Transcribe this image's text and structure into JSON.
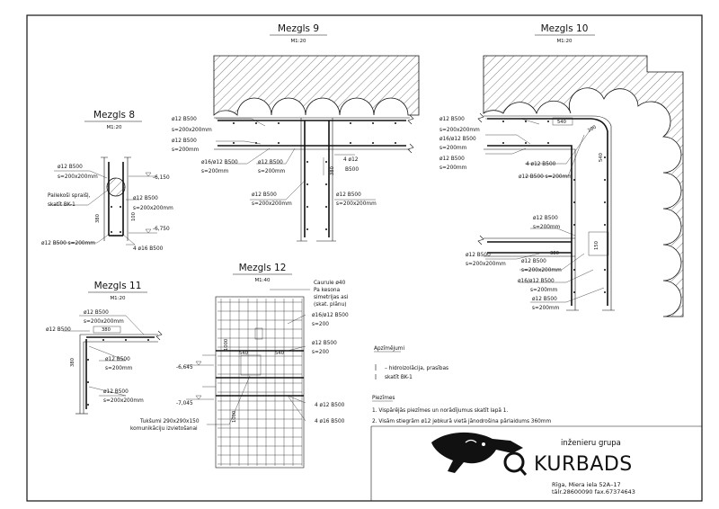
{
  "sheet": {
    "details": {
      "d9": {
        "title": "Mezgls 9",
        "scale": "M1:20"
      },
      "d10": {
        "title": "Mezgls 10",
        "scale": "M1:20"
      },
      "d8": {
        "title": "Mezgls 8",
        "scale": "M1:20"
      },
      "d11": {
        "title": "Mezgls 11",
        "scale": "M1:20"
      },
      "d12": {
        "title": "Mezgls 12",
        "scale": "M1:40"
      }
    }
  },
  "d9": {
    "l1": "ø12 B500",
    "l2": "s=200x200mm",
    "l3": "ø12 B500",
    "l4": "s=200mm",
    "l5": "ø16/ø12 B500",
    "l6": "s=200mm",
    "l7": "ø12 B500",
    "l8": "s=200mm",
    "l9": "4 ø12",
    "l10": "B500",
    "l11": "ø12 B500",
    "l12": "s=200x200mm",
    "l13": "ø12 B500",
    "l14": "s=200x200mm",
    "dim": "380"
  },
  "d10": {
    "l1": "ø12 B500",
    "l2": "s=200x200mm",
    "l3": "ø16/ø12 B500",
    "l4": "s=200mm",
    "l5": "ø12 B500",
    "l6": "s=200mm",
    "l7": "4 ø12 B500",
    "l8": "ø12 B500 s=200mm",
    "l9": "ø12 B500",
    "l10": "s=200mm",
    "l11": "ø12 B500",
    "l12": "s=200x200mm",
    "l13": "ø12 B500",
    "l14": "s=200x200mm",
    "l15": "ø16/ø12 B500",
    "l16": "s=200mm",
    "l17": "ø12 B500",
    "l18": "s=200mm",
    "dim1": "540",
    "dim2": "200",
    "dim3": "540",
    "dim4": "380",
    "dim5": "150"
  },
  "d8": {
    "l1": "ø12 B500",
    "l2": "s=200x200mm",
    "l3": "Pailekoši spraišļ,",
    "l4": "skatīt BK-1",
    "l5": "ø12 B500",
    "l6": "s=200x200mm",
    "l7": "ø12 B500 s=200mm",
    "l8": "4 ø16 B500",
    "lev1": "-6,150",
    "lev2": "-6,750",
    "dim1": "380",
    "dim2": "100"
  },
  "d11": {
    "l1": "ø12 B500",
    "l2": "s=200x200mm",
    "l3": "ø12 B500",
    "l4": "ø12 B500",
    "l5": "s=200mm",
    "l6": "ø12 B500",
    "l7": "s=200x200mm",
    "dim1": "380",
    "dim2": "380"
  },
  "d12": {
    "c1": "Caurule ø40",
    "c2": "Pa kesona",
    "c3": "simetrijas asi",
    "c4": "(skat. plānu)",
    "l1": "ø16/ø12 B500",
    "l2": "s=200",
    "l3": "ø12 B500",
    "l4": "s=200",
    "l5": "4 ø12 B500",
    "l6": "4 ø16 B500",
    "lev1": "-6,645",
    "lev2": "-7,045",
    "t1": "Tukšumi 290x290x150",
    "t2": "komunikāciju izvietošanai",
    "dim1": "1000",
    "dim2": "540",
    "dim3": "540",
    "dim4": "1000"
  },
  "legend": {
    "title": "Apzīmējumi",
    "item1": "– hidroizolācija, prasības",
    "item2": "skatīt BK-1"
  },
  "notes": {
    "title": "Piezīmes",
    "n1": "1. Vispārējās piezīmes un norādījumus skatīt lapā 1.",
    "n2": "2. Visām stiegrām ø12 jebkurā vietā jānodrošina pārlaidums 360mm"
  },
  "company": {
    "tagline": "inženieru grupa",
    "name": "KURBADS",
    "address": "Rīga, Miera iela 52A–17",
    "phones": "tālr.28600090 fax.67374643"
  }
}
